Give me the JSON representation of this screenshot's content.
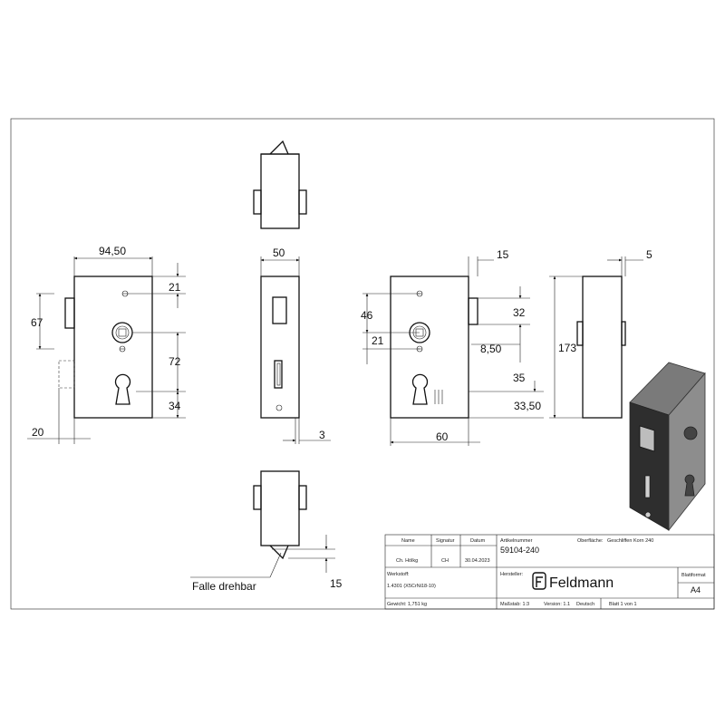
{
  "dimensions": {
    "front_width": "94,50",
    "front_top_21": "21",
    "front_67": "67",
    "front_72": "72",
    "front_34": "34",
    "front_20": "20",
    "side_50": "50",
    "side_3": "3",
    "rear_15": "15",
    "rear_46": "46",
    "rear_32": "32",
    "rear_21": "21",
    "rear_8_50": "8,50",
    "rear_35": "35",
    "rear_33_50": "33,50",
    "rear_60": "60",
    "profile_173": "173",
    "profile_5": "5",
    "bottom_15": "15"
  },
  "callout": "Falle drehbar",
  "title_block": {
    "col_name": "Name",
    "col_signature": "Signatur",
    "col_date": "Datum",
    "name_value": "Ch. Hölkg",
    "signature_value": "CH",
    "date_value": "30.04.2023",
    "article_label": "Artikelnummer",
    "article_number": "59104-240",
    "surface_label": "Oberfläche:",
    "surface_value": "Geschliffen Korn 240",
    "material_label": "Werkstoff:",
    "material_value": "1.4301 (X5CrNi18-10)",
    "manufacturer_label": "Hersteller:",
    "logo_text": "Feldmann",
    "sheet_format_label": "Blattformat",
    "sheet_format": "A4",
    "weight": "Gewicht: 1,751 kg",
    "scale": "Maßstab: 1:3",
    "version": "Version: 1.1",
    "language": "Deutsch",
    "sheet": "Blatt 1 von 1"
  }
}
